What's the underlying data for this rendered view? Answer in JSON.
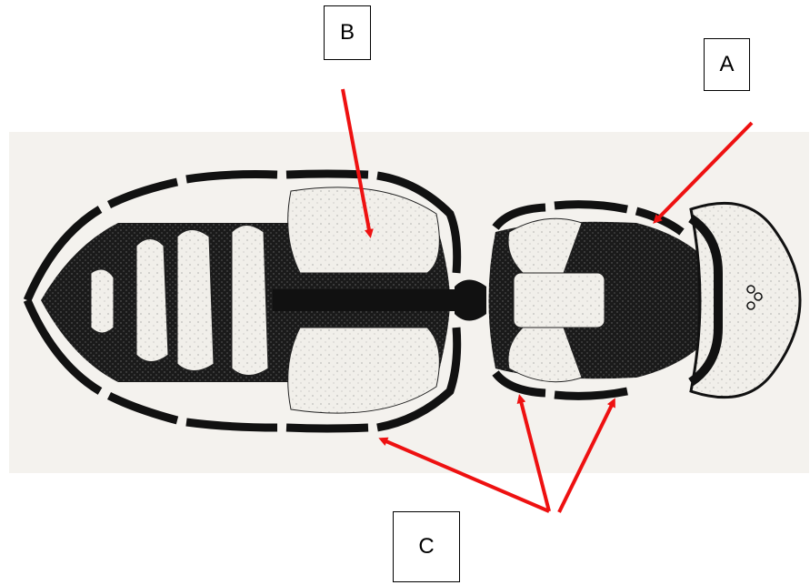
{
  "labels": {
    "a": "A",
    "b": "B",
    "c": "C"
  },
  "colors": {
    "arrow": "#ee1111",
    "ink": "#111111",
    "paper": "#f4f2ee"
  },
  "icons": [
    "arrow-pointer-icon"
  ]
}
